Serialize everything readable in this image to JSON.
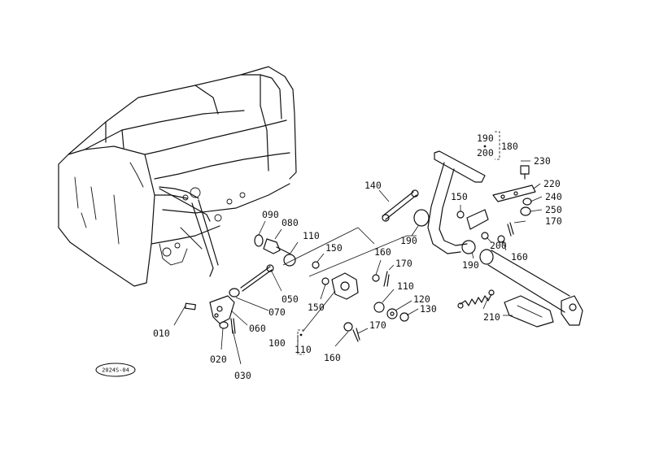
{
  "figure": {
    "stamp": "2024S-04",
    "callouts": [
      {
        "id": "090",
        "label": "090"
      },
      {
        "id": "080",
        "label": "080"
      },
      {
        "id": "110a",
        "label": "110"
      },
      {
        "id": "150a",
        "label": "150"
      },
      {
        "id": "050",
        "label": "050"
      },
      {
        "id": "070",
        "label": "070"
      },
      {
        "id": "060",
        "label": "060"
      },
      {
        "id": "010",
        "label": "010"
      },
      {
        "id": "020",
        "label": "020"
      },
      {
        "id": "030",
        "label": "030"
      },
      {
        "id": "150b",
        "label": "150"
      },
      {
        "id": "160a",
        "label": "160"
      },
      {
        "id": "170a",
        "label": "170"
      },
      {
        "id": "110b",
        "label": "110"
      },
      {
        "id": "120",
        "label": "120"
      },
      {
        "id": "130",
        "label": "130"
      },
      {
        "id": "170b",
        "label": "170"
      },
      {
        "id": "160b",
        "label": "160"
      },
      {
        "id": "100",
        "label": "100"
      },
      {
        "id": "110c",
        "label": "110"
      },
      {
        "id": "140",
        "label": "140"
      },
      {
        "id": "190a",
        "label": "190"
      },
      {
        "id": "150c",
        "label": "150"
      },
      {
        "id": "190b",
        "label": "190"
      },
      {
        "id": "200a",
        "label": "200"
      },
      {
        "id": "180",
        "label": "180"
      },
      {
        "id": "190c",
        "label": "190"
      },
      {
        "id": "200b",
        "label": "200"
      },
      {
        "id": "230",
        "label": "230"
      },
      {
        "id": "220",
        "label": "220"
      },
      {
        "id": "240",
        "label": "240"
      },
      {
        "id": "250",
        "label": "250"
      },
      {
        "id": "170c",
        "label": "170"
      },
      {
        "id": "160c",
        "label": "160"
      },
      {
        "id": "210",
        "label": "210"
      }
    ]
  }
}
